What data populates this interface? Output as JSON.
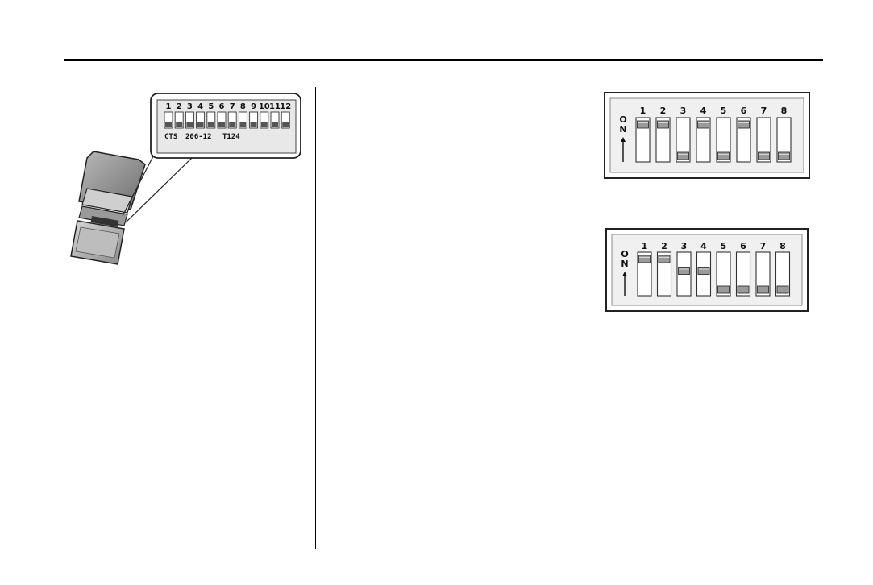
{
  "figure_left": {
    "switch_numbers": [
      "1",
      "2",
      "3",
      "4",
      "5",
      "6",
      "7",
      "8",
      "9",
      "10",
      "11",
      "12"
    ],
    "label_model": "CTS",
    "label_part": "206-12",
    "label_code": "T124"
  },
  "figure_top_right": {
    "on_label": "ON",
    "switches": [
      {
        "number": "1",
        "state": "on"
      },
      {
        "number": "2",
        "state": "on"
      },
      {
        "number": "3",
        "state": "off"
      },
      {
        "number": "4",
        "state": "on"
      },
      {
        "number": "5",
        "state": "off"
      },
      {
        "number": "6",
        "state": "on"
      },
      {
        "number": "7",
        "state": "off"
      },
      {
        "number": "8",
        "state": "off"
      }
    ]
  },
  "figure_bottom_right": {
    "on_label": "ON",
    "switches": [
      {
        "number": "1",
        "state": "on"
      },
      {
        "number": "2",
        "state": "on"
      },
      {
        "number": "3",
        "state": "mid"
      },
      {
        "number": "4",
        "state": "mid"
      },
      {
        "number": "5",
        "state": "off"
      },
      {
        "number": "6",
        "state": "off"
      },
      {
        "number": "7",
        "state": "off"
      },
      {
        "number": "8",
        "state": "off"
      }
    ]
  }
}
